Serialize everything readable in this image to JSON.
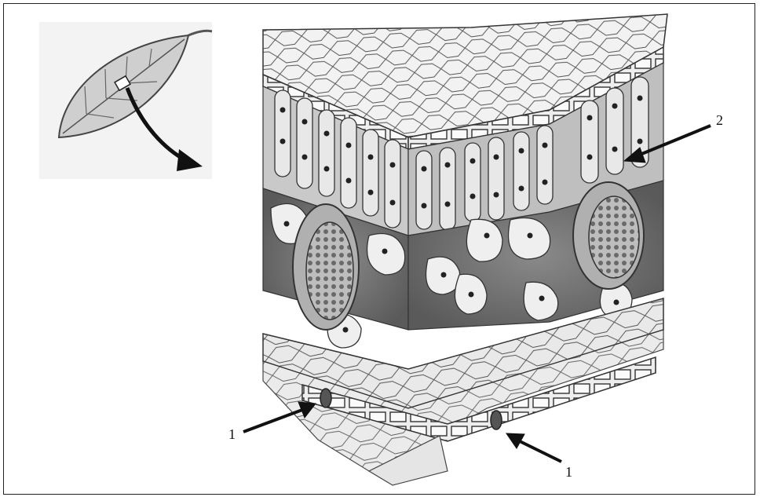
{
  "labels": {
    "stoma_left": "1",
    "stoma_right": "1",
    "palisade": "2"
  }
}
